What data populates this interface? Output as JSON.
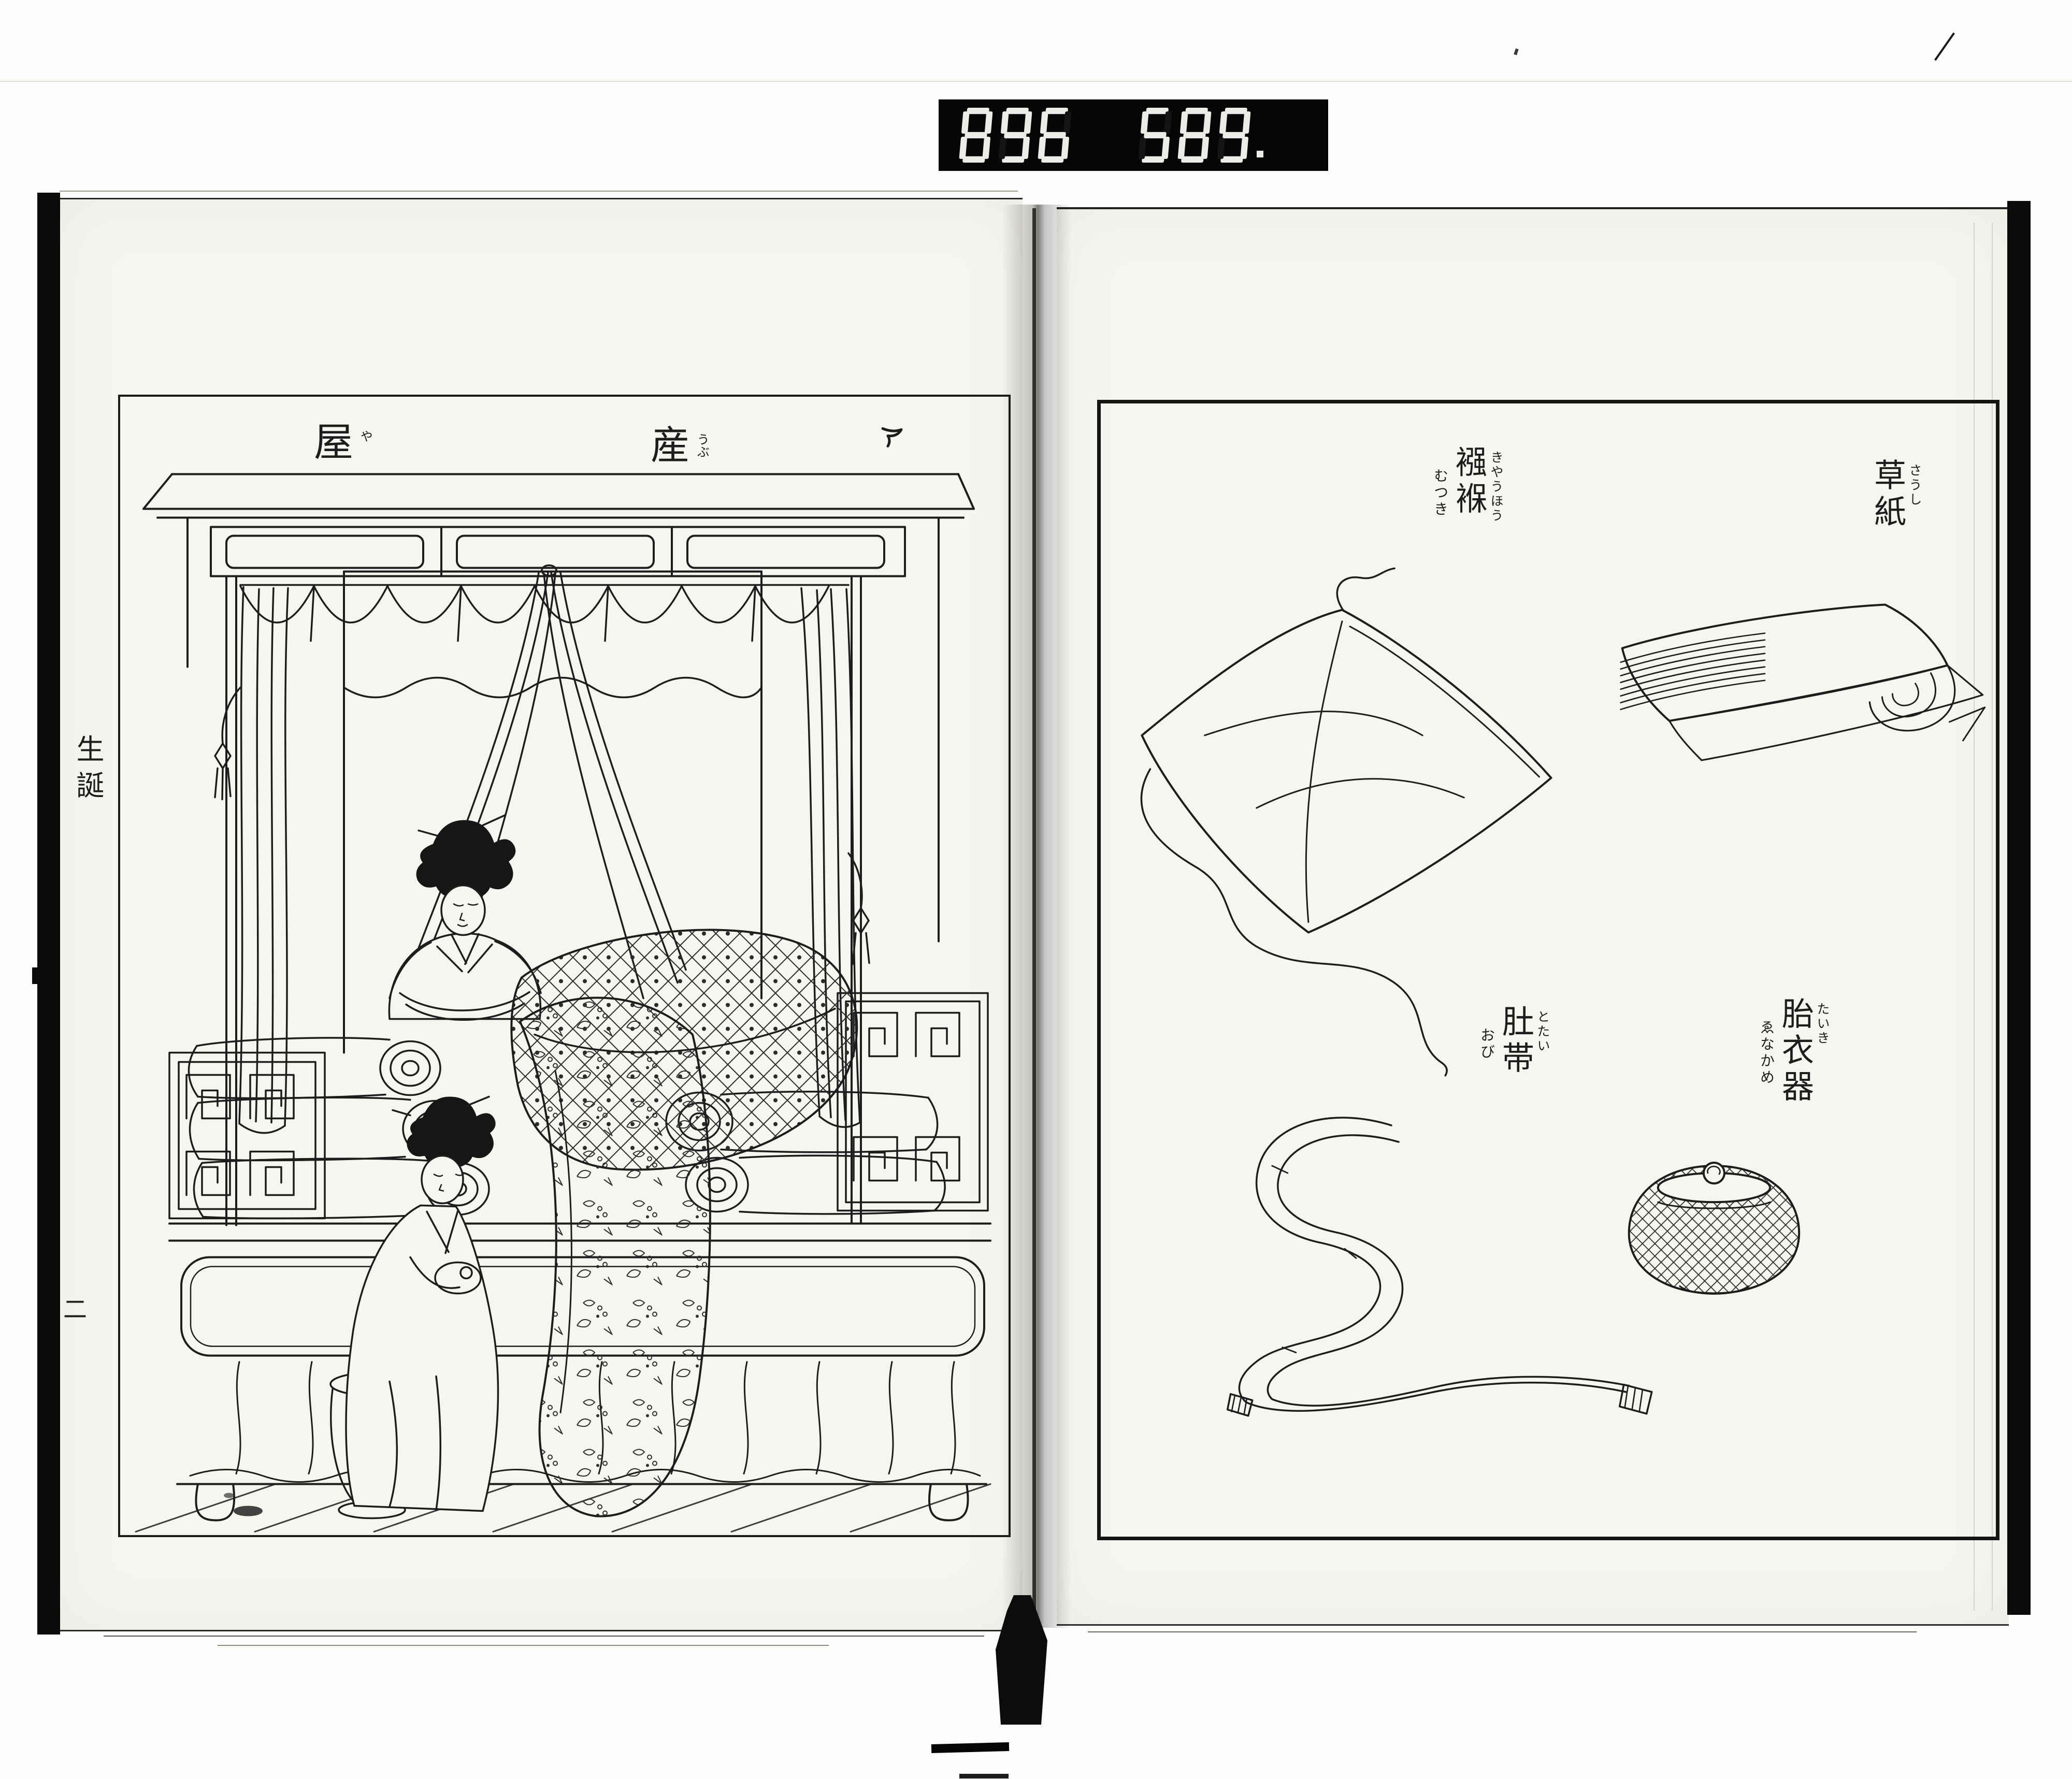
{
  "colors": {
    "paper": "#f6f5f0",
    "ink": "#1d1d1d",
    "counter_background": "#060606",
    "counter_segments": "#ebebe7"
  },
  "counter": {
    "groups": [
      "896",
      "589."
    ]
  },
  "left_page": {
    "title": {
      "right_kanji": "産",
      "right_furigana": "うぶ",
      "left_kanji": "屋",
      "left_furigana": "や"
    },
    "margin_label": "生誕",
    "page_number": "二"
  },
  "right_page": {
    "labels": {
      "swaddle": {
        "kanji": "襁褓",
        "furigana": "きやうほう",
        "gloss": "むつき"
      },
      "paper": {
        "kanji": "草紙",
        "furigana": "さうし"
      },
      "bellyband": {
        "kanji": "肚帯",
        "furigana": "とたい",
        "gloss": "おび"
      },
      "placenta_vessel": {
        "kanji": "胎衣器",
        "furigana": "たいき",
        "gloss": "ゑなかめ"
      }
    }
  }
}
